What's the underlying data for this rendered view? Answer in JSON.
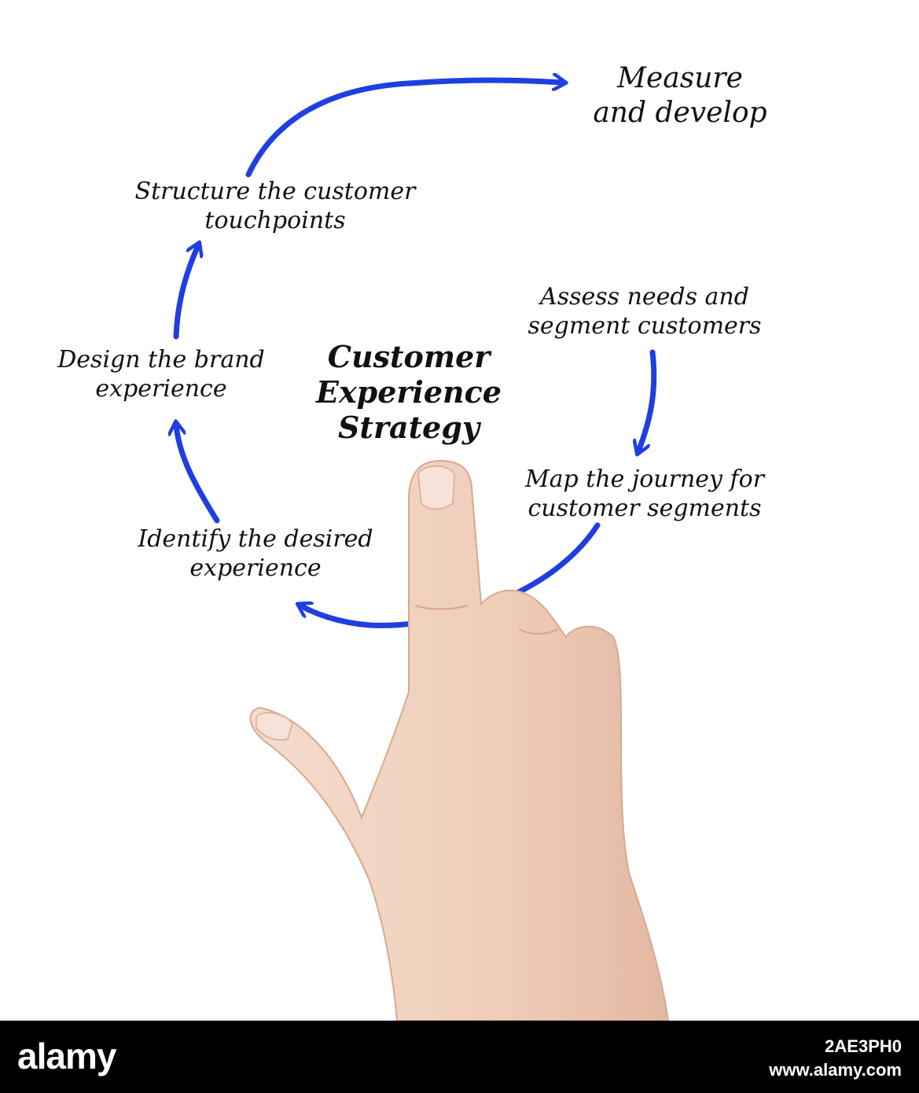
{
  "diagram": {
    "center_title": [
      "Customer",
      "Experience",
      "Strategy"
    ],
    "steps": {
      "assess": [
        "Assess needs and",
        "segment customers"
      ],
      "map": [
        "Map the journey for",
        "customer segments"
      ],
      "identify": [
        "Identify the desired",
        "experience"
      ],
      "design": [
        "Design the brand",
        "experience"
      ],
      "structure": [
        "Structure the customer",
        "touchpoints"
      ],
      "measure": [
        "Measure",
        "and develop"
      ]
    },
    "colors": {
      "arrow": "#1f3fe0",
      "text": "#111111",
      "skin": "#f2d3c2",
      "footer": "#000000"
    }
  },
  "footer": {
    "logo": "alamy",
    "image_id": "2AE3PH0",
    "url": "www.alamy.com"
  }
}
